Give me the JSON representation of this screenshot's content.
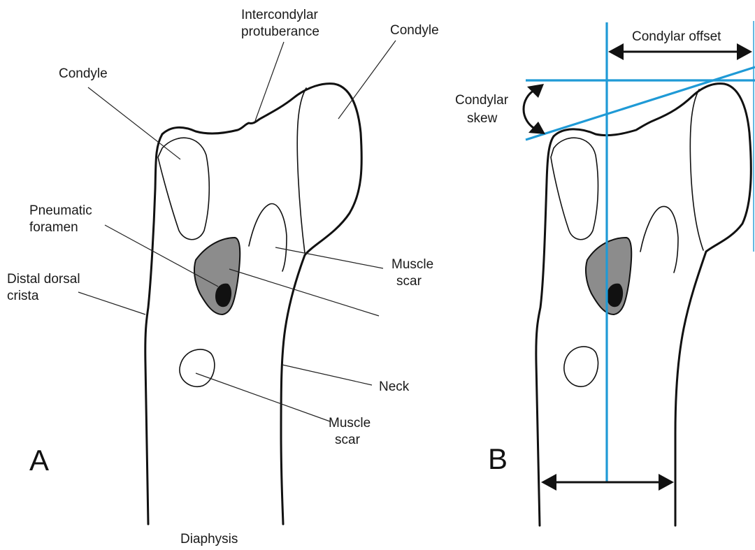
{
  "panels": {
    "a": "A",
    "b": "B"
  },
  "labels": {
    "intercondylar_1": "Intercondylar",
    "intercondylar_2": "protuberance",
    "condyle_left": "Condyle",
    "condyle_right": "Condyle",
    "pneumatic_1": "Pneumatic",
    "pneumatic_2": "foramen",
    "distal_dorsal_1": "Distal dorsal",
    "distal_dorsal_2": "crista",
    "muscle_scar_upper_1": "Muscle",
    "muscle_scar_upper_2": "scar",
    "neck": "Neck",
    "muscle_scar_lower_1": "Muscle",
    "muscle_scar_lower_2": "scar",
    "diaphysis": "Diaphysis",
    "condylar_offset": "Condylar offset",
    "condylar_skew_1": "Condylar",
    "condylar_skew_2": "skew"
  },
  "colors": {
    "outline": "#111111",
    "measure_line": "#1f9ad6",
    "foramen_fill": "#8c8c8c",
    "foramen_hole": "#111111"
  }
}
